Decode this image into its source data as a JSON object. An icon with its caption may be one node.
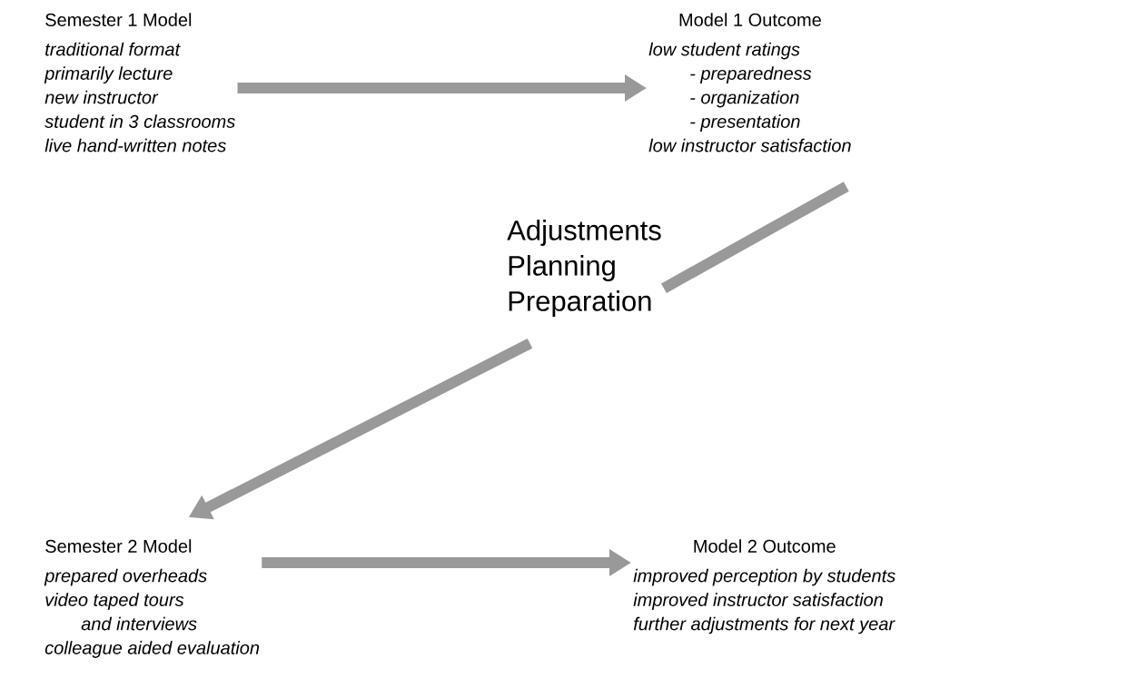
{
  "diagram": {
    "nodes": [
      {
        "text": [
          "Semester 1 Model",
          "traditional format",
          "primarily lecture",
          "new instructor",
          "student in 3 classrooms",
          "live hand-written notes"
        ]
      },
      {
        "text": [
          "Model 1 Outcome",
          "low student ratings",
          "- preparedness",
          "- organization",
          "- presentation",
          "low instructor satisfaction"
        ]
      },
      {
        "text": [
          "Adjustments",
          "Planning",
          "Preparation"
        ]
      },
      {
        "text": [
          "Semester 2 Model",
          "prepared overheads",
          "video taped tours",
          "and interviews",
          "colleague aided evaluation"
        ]
      },
      {
        "text": [
          "Model 2 Outcome",
          "improved perception by students",
          "improved instructor satisfaction",
          "further adjustments for next year"
        ]
      }
    ],
    "edges": [
      {
        "from": 0,
        "to": 1,
        "arrow": "to"
      },
      {
        "from": 1,
        "to": 2,
        "arrow": "none"
      },
      {
        "from": 2,
        "to": 3,
        "arrow": "to"
      },
      {
        "from": 3,
        "to": 4,
        "arrow": "to"
      }
    ]
  }
}
